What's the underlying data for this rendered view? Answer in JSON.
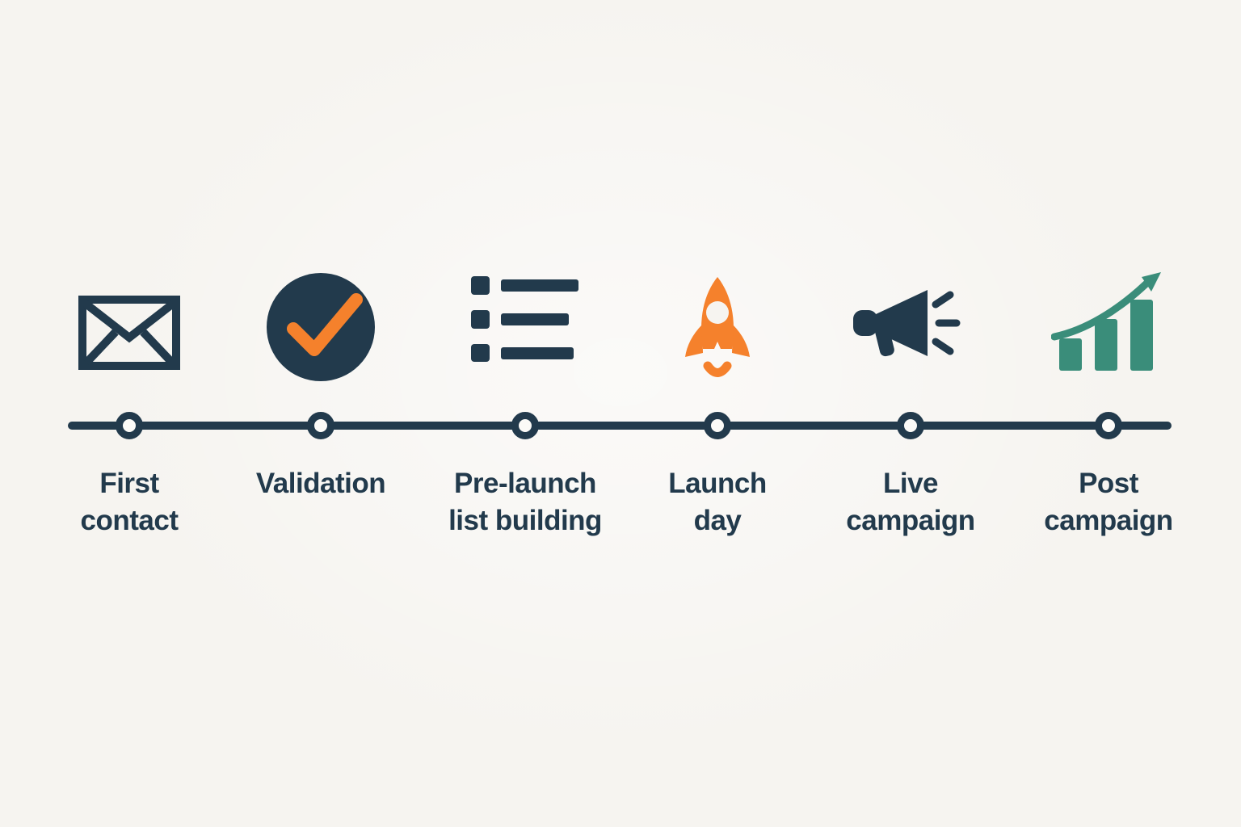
{
  "palette": {
    "navy": "#223a4c",
    "orange": "#f5812c",
    "teal": "#3a8d7a",
    "background": "#f6f4f0"
  },
  "timeline": {
    "stages": [
      {
        "label": "First\ncontact",
        "icon": "envelope-icon"
      },
      {
        "label": "Validation",
        "icon": "check-circle-icon"
      },
      {
        "label": "Pre-launch\nlist building",
        "icon": "list-icon"
      },
      {
        "label": "Launch\nday",
        "icon": "rocket-icon"
      },
      {
        "label": "Live\ncampaign",
        "icon": "megaphone-icon"
      },
      {
        "label": "Post\ncampaign",
        "icon": "growth-chart-icon"
      }
    ]
  }
}
